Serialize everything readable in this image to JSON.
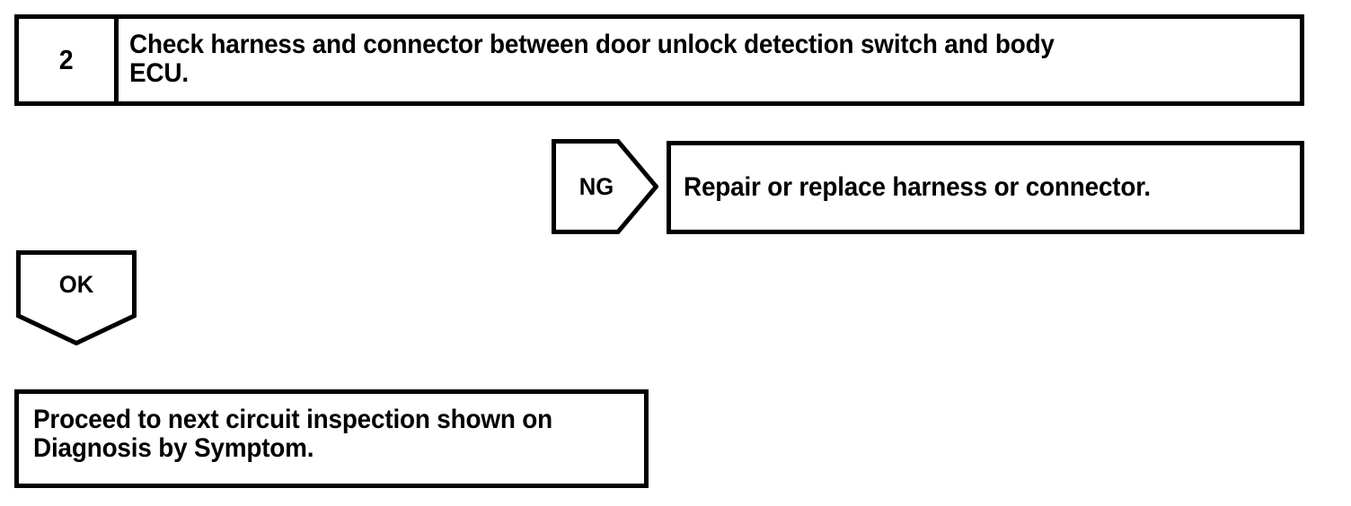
{
  "document": {
    "type": "automotive-diagnostic-flowchart",
    "ink_color": "#000000",
    "background_color": "#ffffff"
  },
  "step": {
    "number": "2",
    "instruction": "Check harness and connector between door unlock detection switch and body\nECU."
  },
  "branches": {
    "ng": {
      "label": "NG",
      "result_text": "Repair or replace harness or connector."
    },
    "ok": {
      "label": "OK",
      "result_text": "Proceed to next circuit inspection shown on\nDiagnosis by Symptom."
    }
  }
}
